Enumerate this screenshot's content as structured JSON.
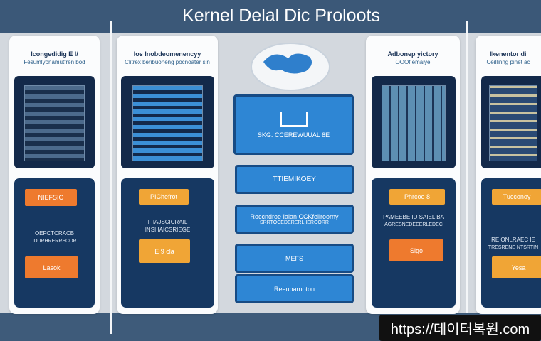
{
  "header": {
    "title": "Kernel Delal Dic Proloots"
  },
  "cards": [
    {
      "title": "Icongedidig E I/",
      "subtitle": "Fesumlyonamutfren bod",
      "button1": "NIEFSIO",
      "text1": "OEFCTCRACB",
      "text2": "IDURHRERRSCOR",
      "button2": "Lasok"
    },
    {
      "title": "Ios Inobdeomenencyy",
      "subtitle": "Clitrex beribuoneng pocnoater sin",
      "button1": "PIChefrot",
      "text1": "F IAJSCICRAIL",
      "text2": "INSI IAICSRIEGE",
      "button2": "E 9 cla"
    },
    {
      "title": "Adbonep yictory",
      "subtitle": "OOOf emaiye",
      "button1": "Phrcoe 8",
      "text1": "PAMEEBE ID SAIEL BA",
      "text2": "AGRESNEDEEERLEDEC",
      "button2": "Sigo"
    },
    {
      "title": "Ikenentor di",
      "subtitle": "Ceillinng pinet ac",
      "button1": "Tucconoy",
      "text1": "RE ONLRAEC IE",
      "text2": "TRESRENE NTSRTIN",
      "button2": "Yesa"
    }
  ],
  "center": {
    "box1": "SKG. CCEREWUUAL 8E",
    "box2": "TTIEMIKOEY",
    "box3a": "Roccndroe Iaian CCKfeilroorny",
    "box3b": "SRRTOCEDERERLIIEROORR",
    "box4": "MEFS",
    "box5": "Reeubarnoton"
  },
  "watermark": "https://데이터복원.com",
  "colors": {
    "navy": "#3b5878",
    "orange": "#ee7a2e",
    "yellow": "#f0a536",
    "blue": "#2e86d4"
  }
}
